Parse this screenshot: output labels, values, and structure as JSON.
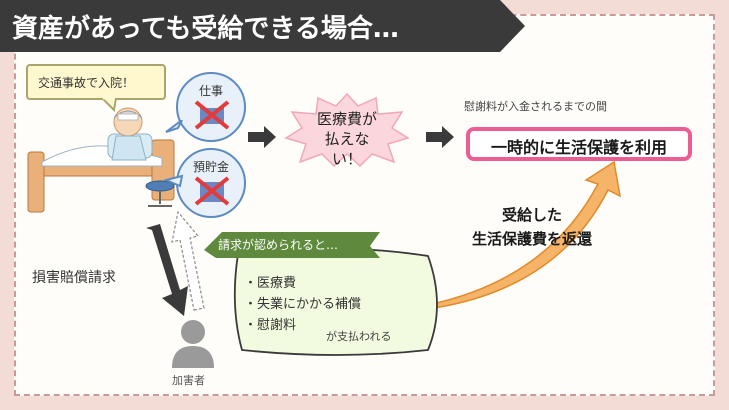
{
  "title": "資産があっても受給できる場合…",
  "speech": "交通事故で入院！",
  "circles": {
    "work": "仕事",
    "savings": "預貯金"
  },
  "burst": {
    "line1": "医療費が",
    "line2": "払えない！"
  },
  "result": {
    "caption": "慰謝料が入金されるまでの間",
    "main": "一時的に生活保護を利用"
  },
  "repay": {
    "line1": "受給した",
    "line2": "生活保護費を返還"
  },
  "claim_label": "損害賠償請求",
  "assailant_label": "加害者",
  "approval": {
    "label": "請求が認められると…",
    "items": [
      "・医療費",
      "・失業にかかる補償",
      "・慰謝料"
    ],
    "paid_note": "が支払われる"
  },
  "colors": {
    "title_bg": "#3a3a3a",
    "pink": "#ec5d94",
    "green": "#5f8a3d",
    "orange": "#f2a44a"
  }
}
